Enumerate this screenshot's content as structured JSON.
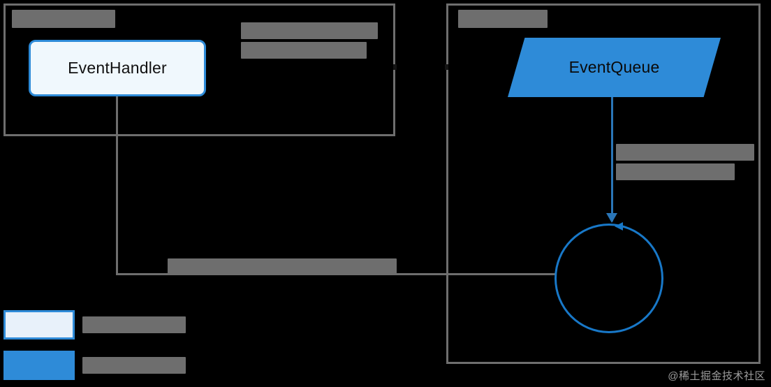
{
  "diagram": {
    "background_color": "#000000",
    "border_color": "#6e6e6e",
    "accent_blue": "#2e8bd8",
    "circle_blue": "#1878c8",
    "panels": [
      {
        "id": "left",
        "title": "[redacted]",
        "title_visible": false
      },
      {
        "id": "right",
        "title": "[redacted]",
        "title_visible": false
      }
    ],
    "nodes": {
      "event_handler": {
        "label": "EventHandler",
        "shape": "rounded-rectangle",
        "fill": "#f0f8fd",
        "stroke": "#2e8bd8"
      },
      "event_queue": {
        "label": "EventQueue",
        "shape": "parallelogram",
        "fill": "#2e8bd8"
      },
      "process_circle": {
        "label": "",
        "shape": "circle",
        "stroke": "#1878c8"
      }
    },
    "notes": {
      "top_middle": {
        "line1": "",
        "line2": "",
        "redacted": true
      },
      "right_middle": {
        "line1": "",
        "line2": "",
        "redacted": true
      },
      "bottom": {
        "line1": "",
        "redacted": true
      }
    },
    "legend": {
      "items": [
        {
          "swatch": "passive",
          "label": "",
          "redacted": true
        },
        {
          "swatch": "active",
          "label": "",
          "redacted": true
        }
      ]
    },
    "watermark": "@稀土掘金技术社区"
  }
}
